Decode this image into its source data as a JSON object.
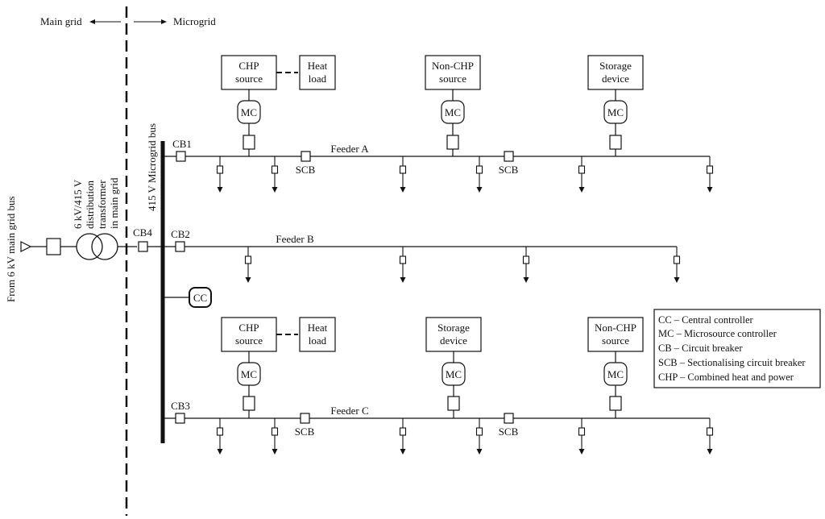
{
  "header": {
    "main_grid": "Main grid",
    "microgrid": "Microgrid"
  },
  "labels": {
    "from_bus": "From 6 kV main grid bus",
    "transformer": [
      "6 kV/415 V",
      "distribution",
      "transformer",
      "in main grid"
    ],
    "microgrid_bus": "415 V Microgrid bus",
    "cb1": "CB1",
    "cb2": "CB2",
    "cb3": "CB3",
    "cb4": "CB4",
    "cc": "CC",
    "mc": "MC",
    "scb": "SCB"
  },
  "feeders": {
    "a": {
      "label": "Feeder A",
      "sources": [
        {
          "lines": [
            "CHP",
            "source"
          ]
        },
        {
          "lines": [
            "Non-CHP",
            "source"
          ]
        },
        {
          "lines": [
            "Storage",
            "device"
          ]
        }
      ],
      "heat": {
        "lines": [
          "Heat",
          "load"
        ]
      }
    },
    "b": {
      "label": "Feeder B"
    },
    "c": {
      "label": "Feeder C",
      "sources": [
        {
          "lines": [
            "CHP",
            "source"
          ]
        },
        {
          "lines": [
            "Storage",
            "device"
          ]
        },
        {
          "lines": [
            "Non-CHP",
            "source"
          ]
        }
      ],
      "heat": {
        "lines": [
          "Heat",
          "load"
        ]
      }
    }
  },
  "legend": [
    "CC – Central controller",
    "MC – Microsource controller",
    "CB – Circuit breaker",
    "SCB – Sectionalising circuit breaker",
    "CHP – Combined heat and power"
  ]
}
